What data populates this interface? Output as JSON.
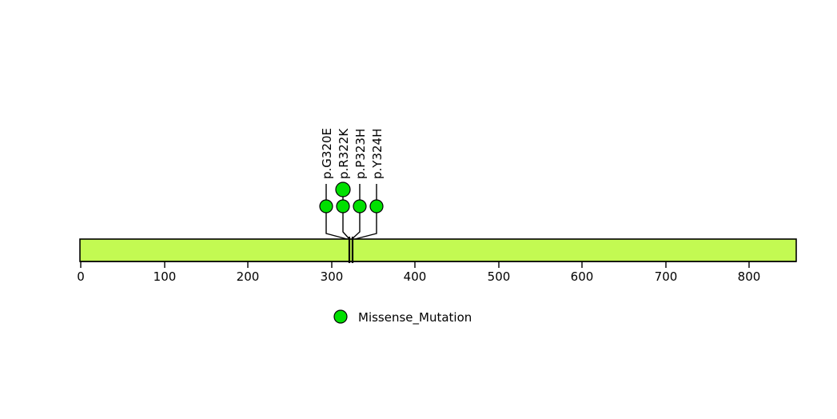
{
  "chart_data": {
    "type": "lollipop",
    "title": "",
    "xlabel": "",
    "ylabel": "",
    "xlim": [
      0,
      856
    ],
    "protein_length": 856,
    "axis_ticks": [
      0,
      100,
      200,
      300,
      400,
      500,
      600,
      700,
      800
    ],
    "axis_tick_labels": [
      "0",
      "100",
      "200",
      "300",
      "400",
      "500",
      "600",
      "700",
      "800"
    ],
    "grid": false,
    "legend_position": "bottom-center",
    "backbone": {
      "name": "protein-backbone",
      "start": 0,
      "end": 856,
      "color": "#C3FA52"
    },
    "mutation_site": 320,
    "lollipops": [
      {
        "label": "p.G320E",
        "position": 320,
        "count": 1,
        "stack_level": 1,
        "color": "#00E000",
        "type": "Missense_Mutation"
      },
      {
        "label": "p.R322K",
        "position": 322,
        "count": 2,
        "stack_level": 2,
        "color": "#00E000",
        "type": "Missense_Mutation"
      },
      {
        "label": "p.P323H",
        "position": 323,
        "count": 1,
        "stack_level": 1,
        "color": "#00E000",
        "type": "Missense_Mutation"
      },
      {
        "label": "p.Y324H",
        "position": 324,
        "count": 1,
        "stack_level": 1,
        "color": "#00E000",
        "type": "Missense_Mutation"
      }
    ],
    "legend": [
      {
        "label": "Missense_Mutation",
        "color": "#00E000",
        "marker": "circle"
      }
    ]
  },
  "labels": {
    "mut_0": "p.G320E",
    "mut_1": "p.R322K",
    "mut_2": "p.P323H",
    "mut_3": "p.Y324H"
  },
  "axis": {
    "t0": "0",
    "t1": "100",
    "t2": "200",
    "t3": "300",
    "t4": "400",
    "t5": "500",
    "t6": "600",
    "t7": "700",
    "t8": "800"
  },
  "legend": {
    "entry_0_label": "Missense_Mutation"
  },
  "colors": {
    "backbone_fill": "#C3FA52",
    "mutation_green": "#00E000",
    "stroke": "#000000",
    "background": "#FFFFFF"
  }
}
